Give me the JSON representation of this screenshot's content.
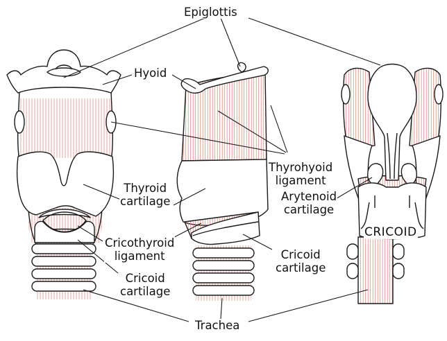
{
  "labels": {
    "epiglottis": "Epiglottis",
    "hyoid": "Hyoid",
    "thyrohyoid_ligament": "Thyrohyoid\nligament",
    "thyroid_cartilage": "Thyroid\ncartilage",
    "arytenoid_cartilage": "Arytenoid\ncartilage",
    "cricothyroid_ligament": "Cricothyroid\nligament",
    "cricoid_cartilage_left": "Cricoid\ncartilage",
    "cricoid_cartilage_right": "Cricoid\ncartilage",
    "cricoid_caps": "CRICOID",
    "trachea": "Trachea"
  },
  "colors": {
    "outline": "#1a1a1a",
    "fiber": "#e08070",
    "fill": "#ffffff"
  }
}
